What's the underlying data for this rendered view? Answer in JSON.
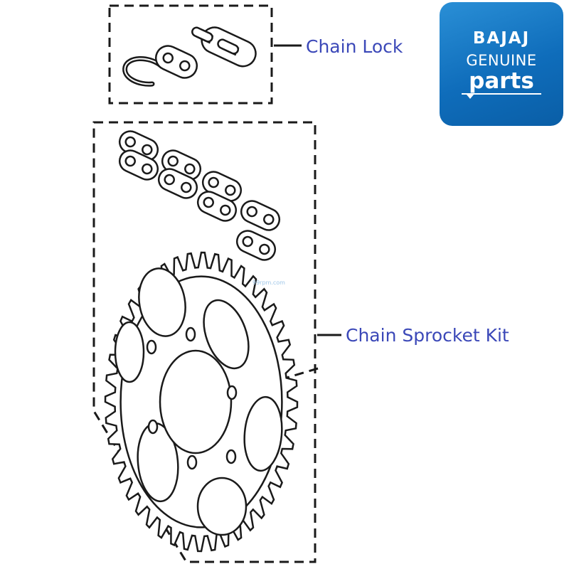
{
  "callouts": {
    "chain_lock": "Chain Lock",
    "sprocket_kit": "Chain Sprocket Kit"
  },
  "logo": {
    "brand": "BAJAJ",
    "line1": "GENUINE",
    "line2": "parts",
    "color": "#1479c8"
  },
  "watermark": "99rpm.com",
  "colors": {
    "line": "#1a1a1a",
    "label": "#3b48b8",
    "background": "#ffffff"
  }
}
